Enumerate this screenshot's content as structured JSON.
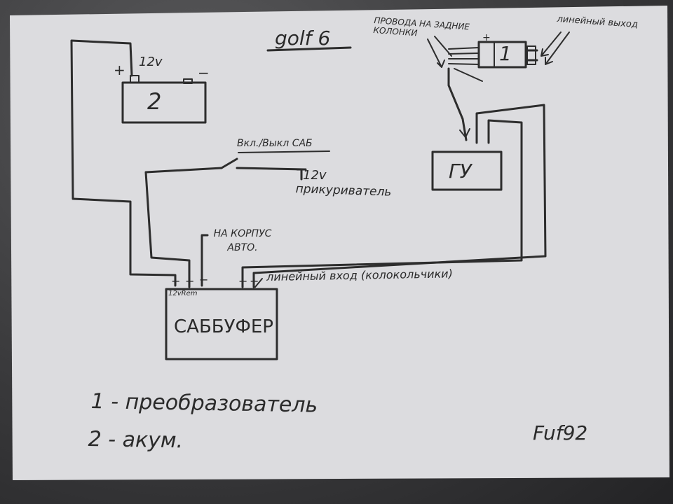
{
  "header": {
    "title": "golf 6"
  },
  "battery": {
    "label": "2",
    "voltage": "12v",
    "plus": "+",
    "minus": "−"
  },
  "converter": {
    "label": "1",
    "plus": "+"
  },
  "converter_labels": {
    "rear_speakers": "ПРОВОДА НА ЗАДНИЕ КОЛОНКИ",
    "line_out": "линейный выход"
  },
  "head_unit": {
    "label": "ГУ"
  },
  "switch": {
    "label": "Вкл./Выкл САБ"
  },
  "lighter": {
    "voltage": "12v",
    "label": "прикуриватель"
  },
  "ground": {
    "label": "НА КОРПУС АВТО."
  },
  "subwoofer": {
    "label": "САББУФЕР",
    "terminal_label": "12vRem",
    "terminals": [
      "+",
      "+",
      "−",
      "−",
      "+"
    ]
  },
  "line_in": {
    "label": "линейный вход (колокольчики)"
  },
  "legend": {
    "item1": "1 - преобразователь",
    "item2": "2 - акум."
  },
  "signature": {
    "text": "Fuf92"
  }
}
